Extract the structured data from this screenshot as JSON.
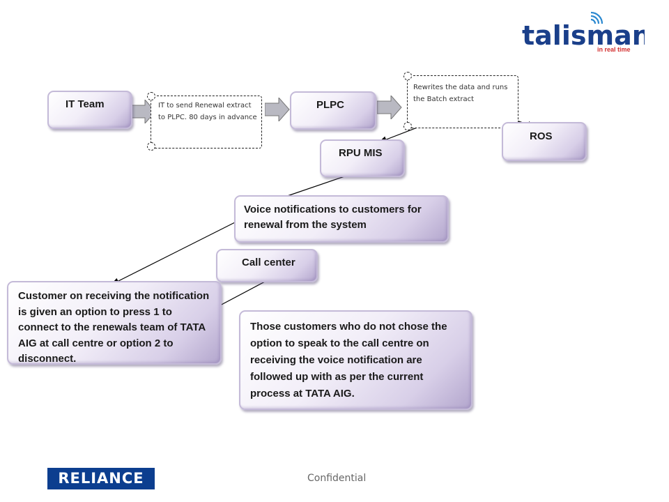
{
  "brand": {
    "logo_text": "talisman",
    "logo_tagline": "in real time",
    "colors": {
      "logo_blue": "#1a3f8a",
      "logo_tagline_red": "#d32f2f",
      "signal_blue": "#2a88d0",
      "box_purple": "#b3a6cd"
    }
  },
  "nodes": {
    "it_team": "IT Team",
    "plpc": "PLPC",
    "ros": "ROS",
    "rpu_mis": "RPU MIS",
    "voice": "Voice notifications to customers for renewal from the system",
    "call_center": "Call center",
    "customer": "Customer on receiving the notification is given an option to press 1 to connect to the renewals team of TATA AIG at call centre or option 2 to disconnect.",
    "those_customers": "Those customers who do not chose the option to speak to the call centre on receiving the voice notification are followed up with as per the current process at TATA AIG."
  },
  "notes": {
    "it_send": "IT to send Renewal extract to PLPC. 80 days in advance",
    "rewrites": "Rewrites the data and runs the Batch extract"
  },
  "footer": {
    "confidential": "Confidential",
    "reliance_logo": "RELIANCE"
  }
}
